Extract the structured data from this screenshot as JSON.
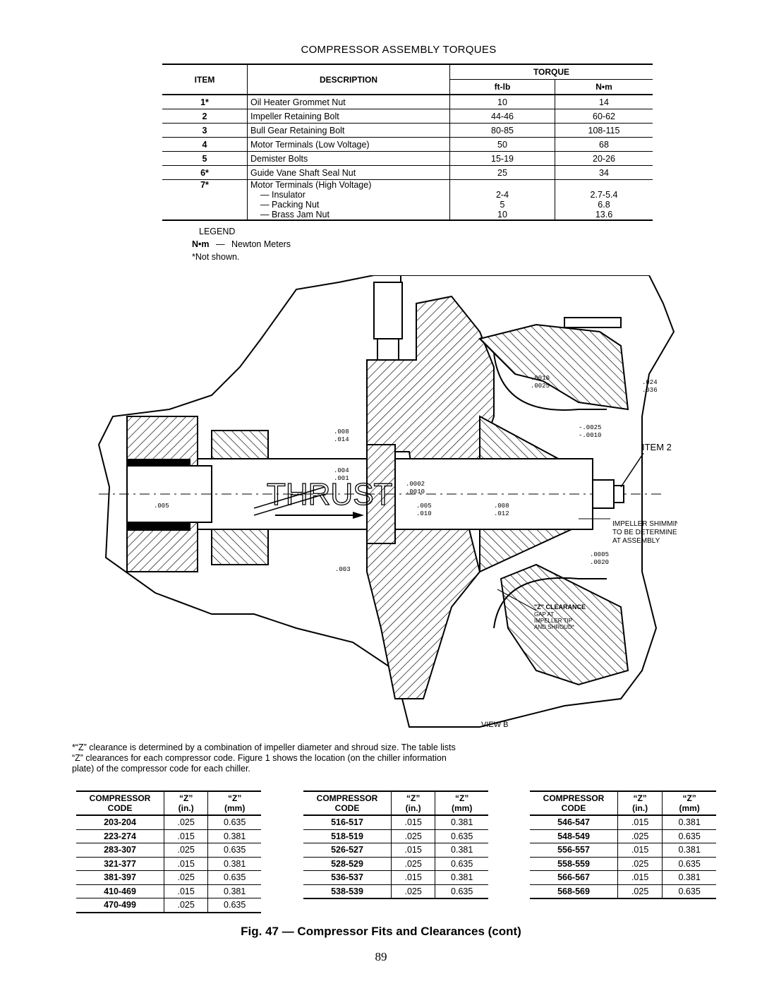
{
  "torque_table": {
    "title": "COMPRESSOR ASSEMBLY TORQUES",
    "headers": {
      "item": "ITEM",
      "description": "DESCRIPTION",
      "torque": "TORQUE",
      "ftlb": "ft-lb",
      "nm": "N•m"
    },
    "rows": [
      {
        "item": "1*",
        "description": "Oil Heater Grommet Nut",
        "ftlb": "10",
        "nm": "14"
      },
      {
        "item": "2",
        "description": "Impeller Retaining Bolt",
        "ftlb": "44-46",
        "nm": "60-62"
      },
      {
        "item": "3",
        "description": "Bull Gear Retaining Bolt",
        "ftlb": "80-85",
        "nm": "108-115"
      },
      {
        "item": "4",
        "description": "Motor Terminals (Low Voltage)",
        "ftlb": "50",
        "nm": "68"
      },
      {
        "item": "5",
        "description": "Demister Bolts",
        "ftlb": "15-19",
        "nm": "20-26"
      },
      {
        "item": "6*",
        "description": "Guide Vane Shaft Seal Nut",
        "ftlb": "25",
        "nm": "34"
      }
    ],
    "last_row": {
      "item": "7*",
      "description": "Motor Terminals (High Voltage)",
      "subs": [
        {
          "label": "— Insulator",
          "ftlb": "2-4",
          "nm": "2.7-5.4"
        },
        {
          "label": "— Packing Nut",
          "ftlb": "5",
          "nm": "6.8"
        },
        {
          "label": "— Brass Jam Nut",
          "ftlb": "10",
          "nm": "13.6"
        }
      ]
    },
    "legend": {
      "title": "LEGEND",
      "key": "N•m",
      "dash": "—",
      "meaning": "Newton Meters",
      "note": "*Not shown."
    }
  },
  "diagram": {
    "labels": {
      "thrust": "THRUST",
      "item2": "ITEM 2",
      "view": "VIEW B",
      "impeller_shimming": [
        "IMPELLER SHIMMING:",
        "TO BE DETERMINED",
        "AT ASSEMBLY"
      ],
      "z_clearance": [
        "\"Z\" CLEARANCE",
        "GAP AT",
        "IMPELLER TIP",
        "AND SHROUD*"
      ],
      "dims": {
        "d1": [
          ".0010",
          ".0025"
        ],
        "d2": [
          ".024",
          ".036"
        ],
        "d3": [
          ".008",
          ".014"
        ],
        "d4": [
          "-.0025",
          "-.0010"
        ],
        "d5": [
          ".004",
          ".001"
        ],
        "d6": [
          ".0002",
          ".0010"
        ],
        "d7": [
          ".005",
          ".010"
        ],
        "d8": [
          ".008",
          ".012"
        ],
        "d9": ".005",
        "d10": ".003",
        "d11": [
          ".0005",
          ".0020"
        ]
      }
    }
  },
  "z_note": "*“Z” clearance is determined by a combination of impeller diameter and shroud size. The table lists “Z” clearances for each compressor code. Figure 1 shows the location (on the chiller information plate) of the compressor code for each chiller.",
  "z_headers": {
    "c1a": "COMPRESSOR",
    "c1b": "CODE",
    "c2a": "“Z”",
    "c2b": "(in.)",
    "c3a": "“Z”",
    "c3b": "(mm)"
  },
  "z_tables": [
    [
      {
        "code": "203-204",
        "in": ".025",
        "mm": "0.635"
      },
      {
        "code": "223-274",
        "in": ".015",
        "mm": "0.381"
      },
      {
        "code": "283-307",
        "in": ".025",
        "mm": "0.635"
      },
      {
        "code": "321-377",
        "in": ".015",
        "mm": "0.381"
      },
      {
        "code": "381-397",
        "in": ".025",
        "mm": "0.635"
      },
      {
        "code": "410-469",
        "in": ".015",
        "mm": "0.381"
      },
      {
        "code": "470-499",
        "in": ".025",
        "mm": "0.635"
      }
    ],
    [
      {
        "code": "516-517",
        "in": ".015",
        "mm": "0.381"
      },
      {
        "code": "518-519",
        "in": ".025",
        "mm": "0.635"
      },
      {
        "code": "526-527",
        "in": ".015",
        "mm": "0.381"
      },
      {
        "code": "528-529",
        "in": ".025",
        "mm": "0.635"
      },
      {
        "code": "536-537",
        "in": ".015",
        "mm": "0.381"
      },
      {
        "code": "538-539",
        "in": ".025",
        "mm": "0.635"
      }
    ],
    [
      {
        "code": "546-547",
        "in": ".015",
        "mm": "0.381"
      },
      {
        "code": "548-549",
        "in": ".025",
        "mm": "0.635"
      },
      {
        "code": "556-557",
        "in": ".015",
        "mm": "0.381"
      },
      {
        "code": "558-559",
        "in": ".025",
        "mm": "0.635"
      },
      {
        "code": "566-567",
        "in": ".015",
        "mm": "0.381"
      },
      {
        "code": "568-569",
        "in": ".025",
        "mm": "0.635"
      }
    ]
  ],
  "caption": "Fig. 47 — Compressor Fits and Clearances (cont)",
  "page_number": "89"
}
